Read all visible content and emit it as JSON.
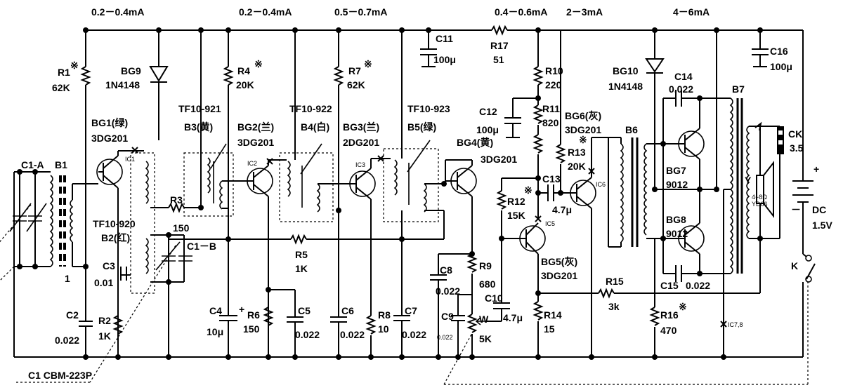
{
  "currents": [
    "0.2－0.4mA",
    "0.2－0.4mA",
    "0.5－0.7mA",
    "0.4－0.6mA",
    "2－3mA",
    "4－6mA"
  ],
  "labels": {
    "c11": "C11",
    "c11v": "100μ",
    "r17": "R17",
    "r17v": "51",
    "c16": "C16",
    "c16v": "100μ",
    "r1": "R1",
    "r1m": "※",
    "r1v": "62K",
    "bg9": "BG9",
    "bg9v": "1N4148",
    "r4": "R4",
    "r4m": "※",
    "r4v": "20K",
    "r7": "R7",
    "r7m": "※",
    "r7v": "62K",
    "r10": "R10",
    "r10v": "220",
    "bg10": "BG10",
    "bg10v": "1N4148",
    "c14": "C14",
    "c14v": "0.022",
    "b7": "B7",
    "tf921": "TF10-921",
    "b3": "B3(黄)",
    "tf922": "TF10-922",
    "b4": "B4(白)",
    "tf923": "TF10-923",
    "b5": "B5(绿)",
    "bg1": "BG1(绿)",
    "bg1v": "3DG201",
    "ic1": "IC1",
    "bg2": "BG2(兰)",
    "bg2v": "3DG201",
    "ic2": "IC2",
    "bg3": "BG3(兰)",
    "bg3v": "2DG201",
    "ic3": "IC3",
    "bg4": "BG4(黄)",
    "bg4v": "3DG201",
    "c12": "C12",
    "c12v": "100μ",
    "r11": "R11",
    "r11v": "820",
    "bg6": "BG6(灰)",
    "bg6v": "3DG201",
    "bg6m": "※",
    "b6": "B6",
    "ck": "CK",
    "ckv": "3.5",
    "r13": "R13",
    "r13v": "20K",
    "r13m": "※",
    "c1a": "C1-A",
    "b1": "B1",
    "b1n": "1",
    "r3": "R3",
    "r3v": "150",
    "c13": "C13",
    "c13v": "4.7μ",
    "ic6": "IC6",
    "bg7": "BG7",
    "bg7v": "9012",
    "y": "Y",
    "yv1": "4~8Ω",
    "yv2": "YD66",
    "r12": "R12",
    "r12v": "15K",
    "r12m": "※",
    "ic5": "IC5",
    "bg8": "BG8",
    "bg8v": "9012",
    "dc": "DC",
    "dcv": "1.5V",
    "plus": "+",
    "minus": "－",
    "tf920": "TF10-920",
    "b2": "B2(红)",
    "c1b": "C1－B",
    "r5": "R5",
    "r5v": "1K",
    "bg5": "BG5(灰)",
    "bg5v": "3DG201",
    "c3": "C3",
    "c3v": "0.01",
    "c8": "C8",
    "c8v": "0.022",
    "r9": "R9",
    "r9v": "680",
    "k": "K",
    "r15": "R15",
    "r15v": "3k",
    "c15": "C15",
    "c15v": "0.022",
    "c10": "C10",
    "c10v": "4.7μ",
    "c4": "C4",
    "c4v": "10μ",
    "r6": "R6",
    "r6v": "150",
    "c5": "C5",
    "c5v": "0.022",
    "c6": "C6",
    "c6v": "0.022",
    "r8": "R8",
    "r8v": "10",
    "c7": "C7",
    "c7v": "0.022",
    "c9": "C9",
    "c9v": "0.022",
    "w": "W",
    "wv": "5K",
    "r14": "R14",
    "r14v": "15",
    "r16": "R16",
    "r16v": "470",
    "r16m": "※",
    "ic78": "IC7,8",
    "c2": "C2",
    "c2v": "0.022",
    "r2": "R2",
    "r2v": "1K",
    "c1": "C1 CBM-223P"
  }
}
